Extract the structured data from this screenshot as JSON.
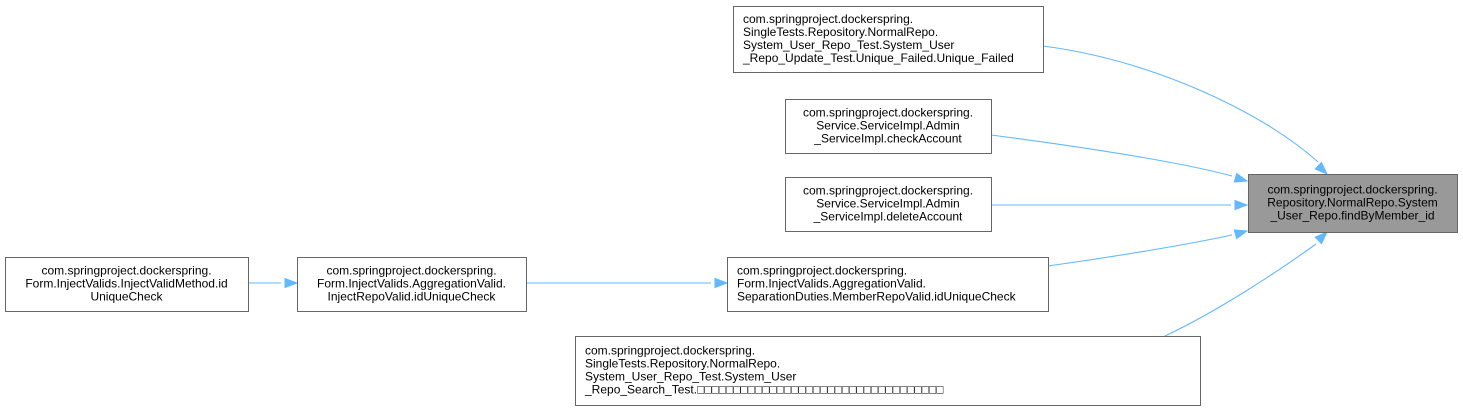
{
  "diagram": {
    "colors": {
      "edge": "#63b8ff",
      "node_border": "#666666",
      "node_fill": "#ffffff",
      "target_fill": "#999999",
      "text": "#000000"
    },
    "nodes": {
      "find_by_member_id": {
        "lines": [
          "com.springproject.dockerspring.",
          "Repository.NormalRepo.System",
          "_User_Repo.findByMember_id"
        ],
        "highlighted": true
      },
      "unique_failed": {
        "lines": [
          "com.springproject.dockerspring.",
          "SingleTests.Repository.NormalRepo.",
          "System_User_Repo_Test.System_User",
          "_Repo_Update_Test.Unique_Failed.Unique_Failed"
        ]
      },
      "check_account": {
        "lines": [
          "com.springproject.dockerspring.",
          "Service.ServiceImpl.Admin",
          "_ServiceImpl.checkAccount"
        ]
      },
      "delete_account": {
        "lines": [
          "com.springproject.dockerspring.",
          "Service.ServiceImpl.Admin",
          "_ServiceImpl.deleteAccount"
        ]
      },
      "member_repo_valid": {
        "lines": [
          "com.springproject.dockerspring.",
          "Form.InjectValids.AggregationValid.",
          "SeparationDuties.MemberRepoValid.idUniqueCheck"
        ]
      },
      "inject_repo_valid": {
        "lines": [
          "com.springproject.dockerspring.",
          "Form.InjectValids.AggregationValid.",
          "InjectRepoValid.idUniqueCheck"
        ]
      },
      "inject_valid_method": {
        "lines": [
          "com.springproject.dockerspring.",
          "Form.InjectValids.InjectValidMethod.id",
          "UniqueCheck"
        ]
      },
      "search_test": {
        "lines": [
          "com.springproject.dockerspring.",
          "SingleTests.Repository.NormalRepo.",
          "System_User_Repo_Test.System_User",
          "_Repo_Search_Test.□□□□□□□□□□□□□□□□□□□□□□□□□□□□□□□□□□"
        ]
      }
    },
    "edges": [
      {
        "from": "unique_failed",
        "to": "find_by_member_id"
      },
      {
        "from": "check_account",
        "to": "find_by_member_id"
      },
      {
        "from": "delete_account",
        "to": "find_by_member_id"
      },
      {
        "from": "member_repo_valid",
        "to": "find_by_member_id"
      },
      {
        "from": "search_test",
        "to": "find_by_member_id"
      },
      {
        "from": "inject_repo_valid",
        "to": "member_repo_valid"
      },
      {
        "from": "inject_valid_method",
        "to": "inject_repo_valid"
      }
    ]
  }
}
